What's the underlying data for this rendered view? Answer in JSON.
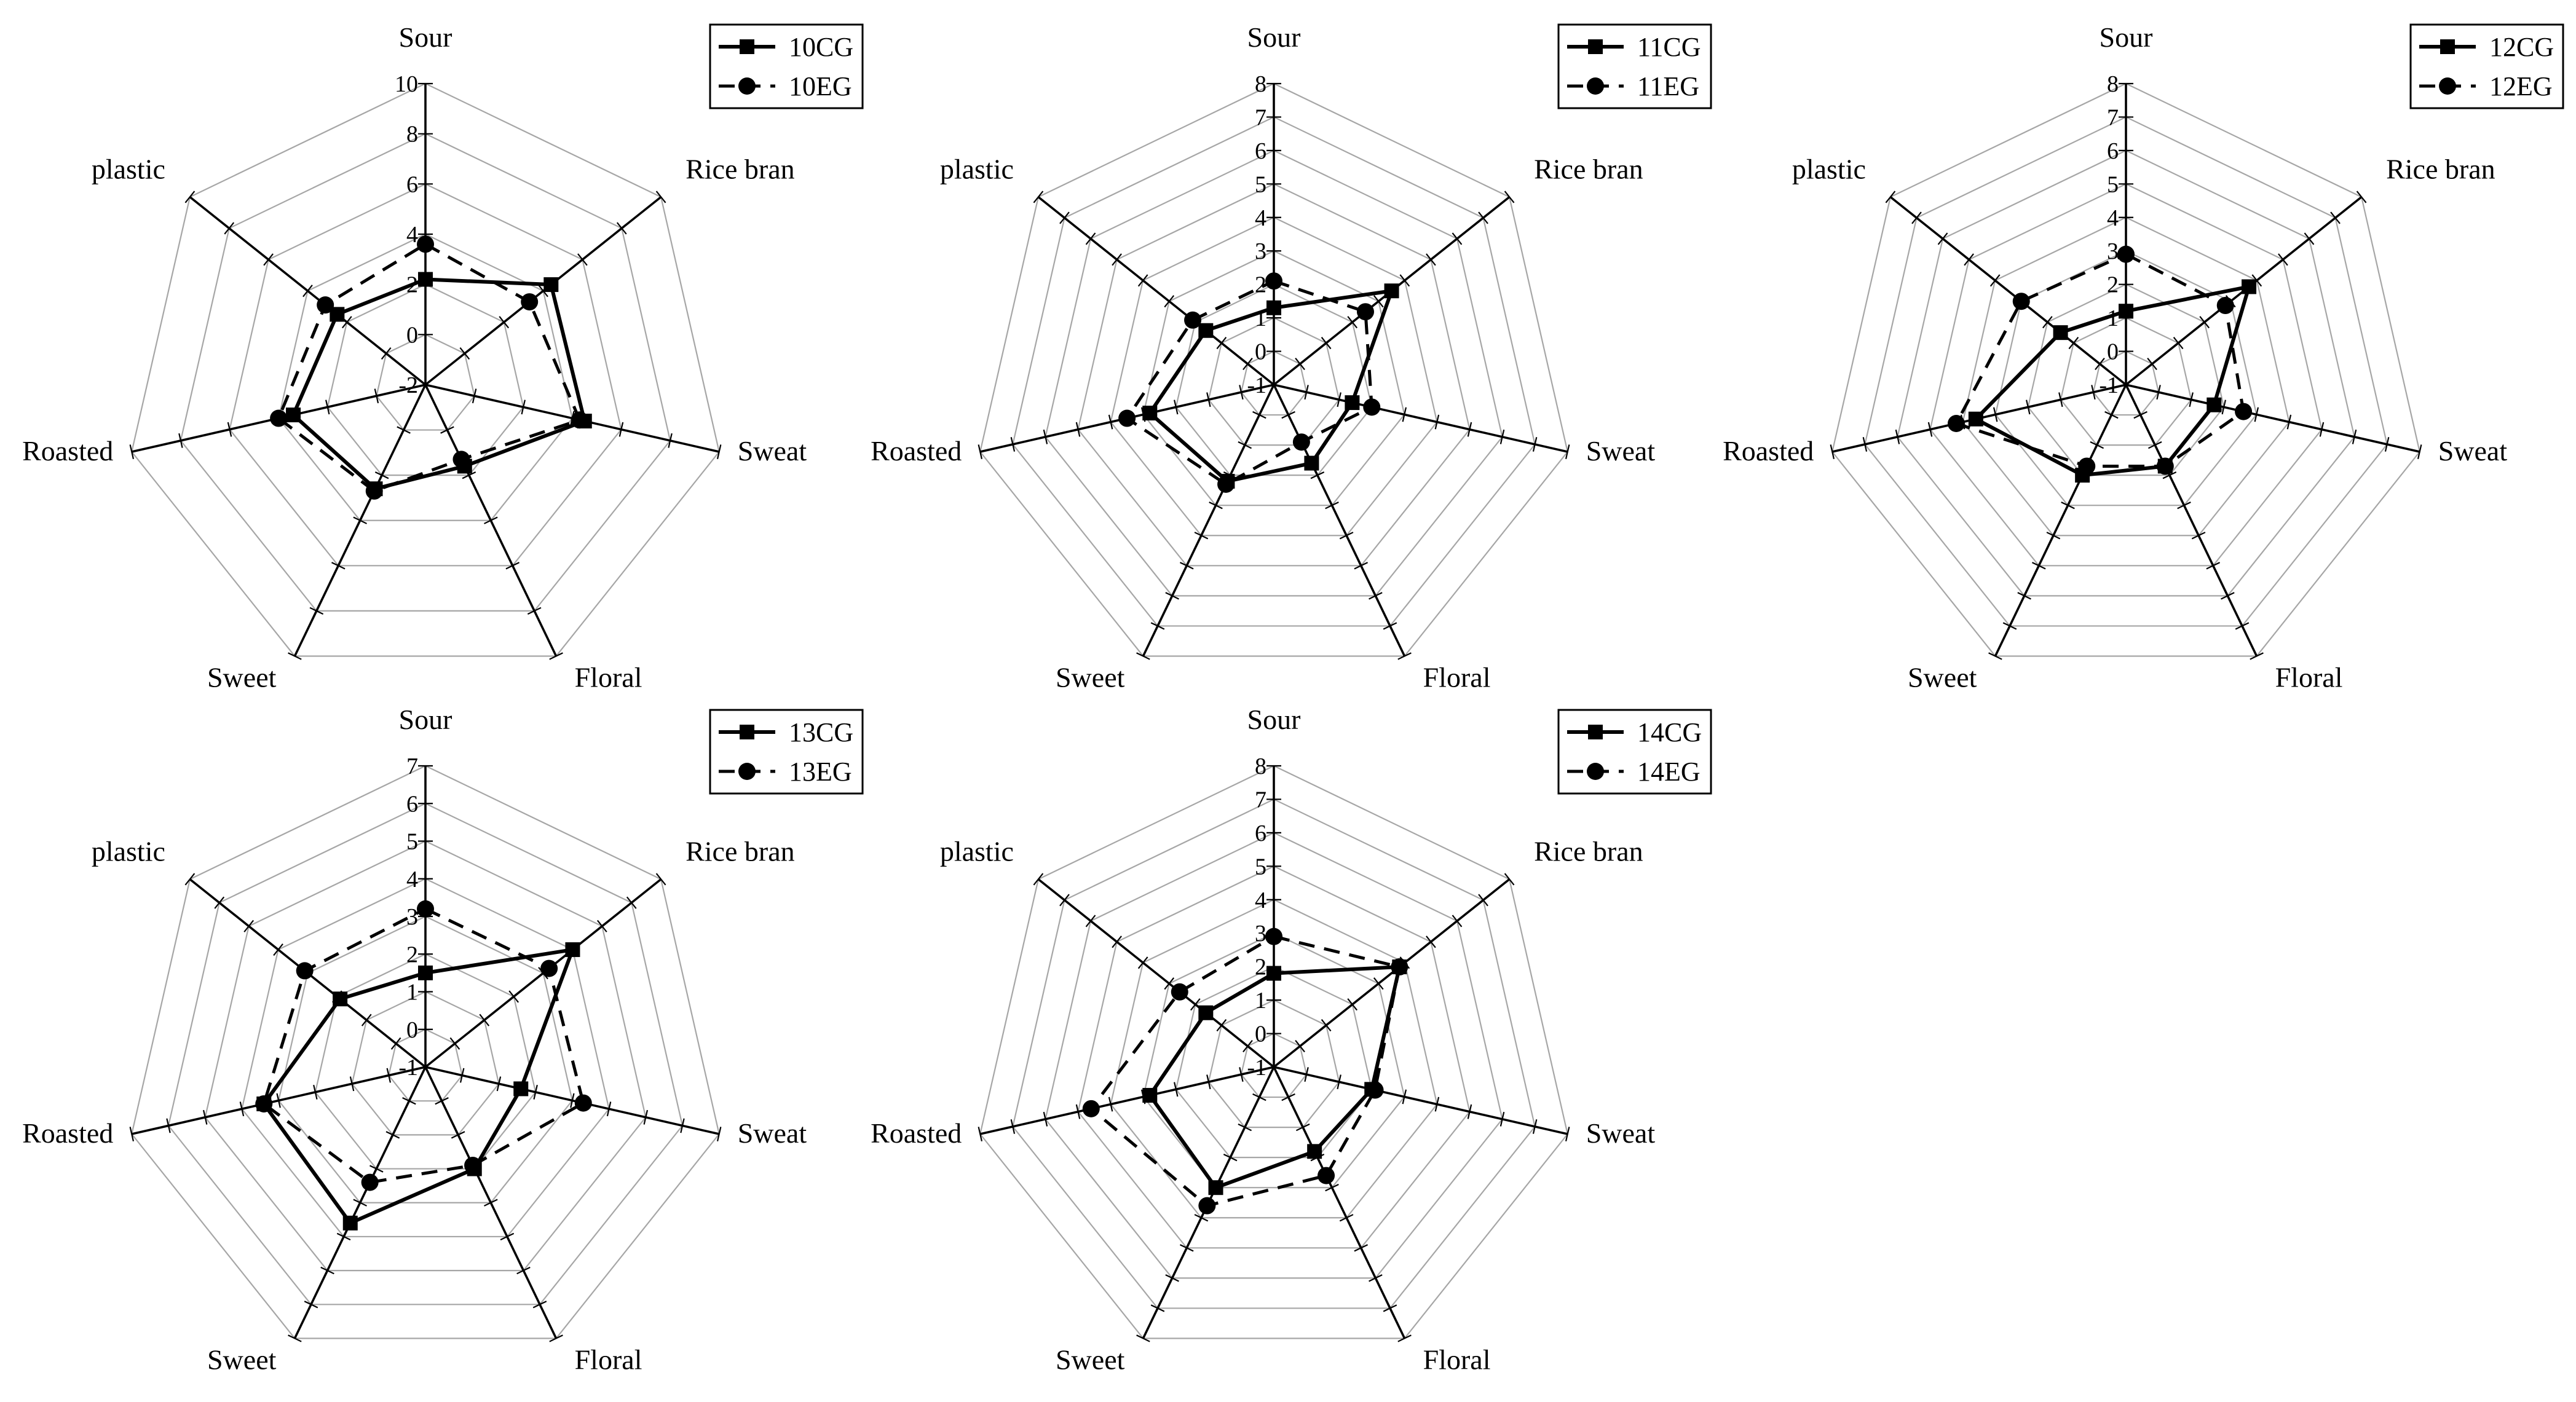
{
  "chart_data": [
    {
      "type": "radar",
      "axes": [
        "Sour",
        "Rice bran",
        "Sweat",
        "Floral",
        "Sweet",
        "Roasted",
        "plastic"
      ],
      "rlim": [
        -2,
        10
      ],
      "ticks": [
        -2,
        0,
        2,
        4,
        6,
        8,
        10
      ],
      "tick_labels": [
        "-2",
        "0",
        "2",
        "4",
        "6",
        "8",
        "10"
      ],
      "legend": "top-right",
      "series": [
        {
          "name": "10CG",
          "style": "solid",
          "marker": "square",
          "values": [
            2.2,
            4.4,
            4.5,
            1.6,
            2.6,
            3.4,
            2.5
          ]
        },
        {
          "name": "10EG",
          "style": "dashed",
          "marker": "circle",
          "values": [
            3.6,
            3.3,
            4.3,
            1.3,
            2.7,
            4.0,
            3.1
          ]
        }
      ]
    },
    {
      "type": "radar",
      "axes": [
        "Sour",
        "Rice bran",
        "Sweat",
        "Floral",
        "Sweet",
        "Roasted",
        "plastic"
      ],
      "rlim": [
        -1,
        8
      ],
      "ticks": [
        -1,
        0,
        1,
        2,
        3,
        4,
        5,
        6,
        7,
        8
      ],
      "tick_labels": [
        "-1",
        "0",
        "1",
        "2",
        "3",
        "4",
        "5",
        "6",
        "7",
        "8"
      ],
      "legend": "top-right",
      "series": [
        {
          "name": "11CG",
          "style": "solid",
          "marker": "square",
          "values": [
            1.3,
            3.5,
            1.4,
            1.6,
            2.2,
            2.8,
            1.6
          ]
        },
        {
          "name": "11EG",
          "style": "dashed",
          "marker": "circle",
          "values": [
            2.1,
            2.5,
            2.0,
            0.9,
            2.3,
            3.5,
            2.1
          ]
        }
      ]
    },
    {
      "type": "radar",
      "axes": [
        "Sour",
        "Rice bran",
        "Sweat",
        "Floral",
        "Sweet",
        "Roasted",
        "plastic"
      ],
      "rlim": [
        -1,
        8
      ],
      "ticks": [
        -1,
        0,
        1,
        2,
        3,
        4,
        5,
        6,
        7,
        8
      ],
      "tick_labels": [
        "-1",
        "0",
        "1",
        "2",
        "3",
        "4",
        "5",
        "6",
        "7",
        "8"
      ],
      "legend": "top-right",
      "series": [
        {
          "name": "12CG",
          "style": "solid",
          "marker": "square",
          "values": [
            1.2,
            3.7,
            1.7,
            1.7,
            2.0,
            3.6,
            1.5
          ]
        },
        {
          "name": "12EG",
          "style": "dashed",
          "marker": "circle",
          "values": [
            2.9,
            2.8,
            2.6,
            1.7,
            1.7,
            4.2,
            3.0
          ]
        }
      ]
    },
    {
      "type": "radar",
      "axes": [
        "Sour",
        "Rice bran",
        "Sweat",
        "Floral",
        "Sweet",
        "Roasted",
        "plastic"
      ],
      "rlim": [
        -1,
        7
      ],
      "ticks": [
        -1,
        0,
        1,
        2,
        3,
        4,
        5,
        6,
        7
      ],
      "tick_labels": [
        "-1",
        "0",
        "1",
        "2",
        "3",
        "4",
        "5",
        "6",
        "7"
      ],
      "legend": "top-right",
      "series": [
        {
          "name": "13CG",
          "style": "solid",
          "marker": "square",
          "values": [
            1.5,
            4.0,
            1.6,
            2.0,
            3.6,
            3.4,
            1.9
          ]
        },
        {
          "name": "13EG",
          "style": "dashed",
          "marker": "circle",
          "values": [
            3.2,
            3.2,
            3.3,
            1.9,
            2.4,
            3.4,
            3.1
          ]
        }
      ]
    },
    {
      "type": "radar",
      "axes": [
        "Sour",
        "Rice bran",
        "Sweat",
        "Floral",
        "Sweet",
        "Roasted",
        "plastic"
      ],
      "rlim": [
        -1,
        8
      ],
      "ticks": [
        -1,
        0,
        1,
        2,
        3,
        4,
        5,
        6,
        7,
        8
      ],
      "tick_labels": [
        "-1",
        "0",
        "1",
        "2",
        "3",
        "4",
        "5",
        "6",
        "7",
        "8"
      ],
      "legend": "top-right",
      "series": [
        {
          "name": "14CG",
          "style": "solid",
          "marker": "square",
          "values": [
            1.8,
            3.8,
            2.0,
            1.8,
            3.0,
            2.8,
            1.6
          ]
        },
        {
          "name": "14EG",
          "style": "dashed",
          "marker": "circle",
          "values": [
            2.9,
            3.8,
            2.1,
            2.6,
            3.6,
            4.6,
            2.6
          ]
        }
      ]
    }
  ]
}
